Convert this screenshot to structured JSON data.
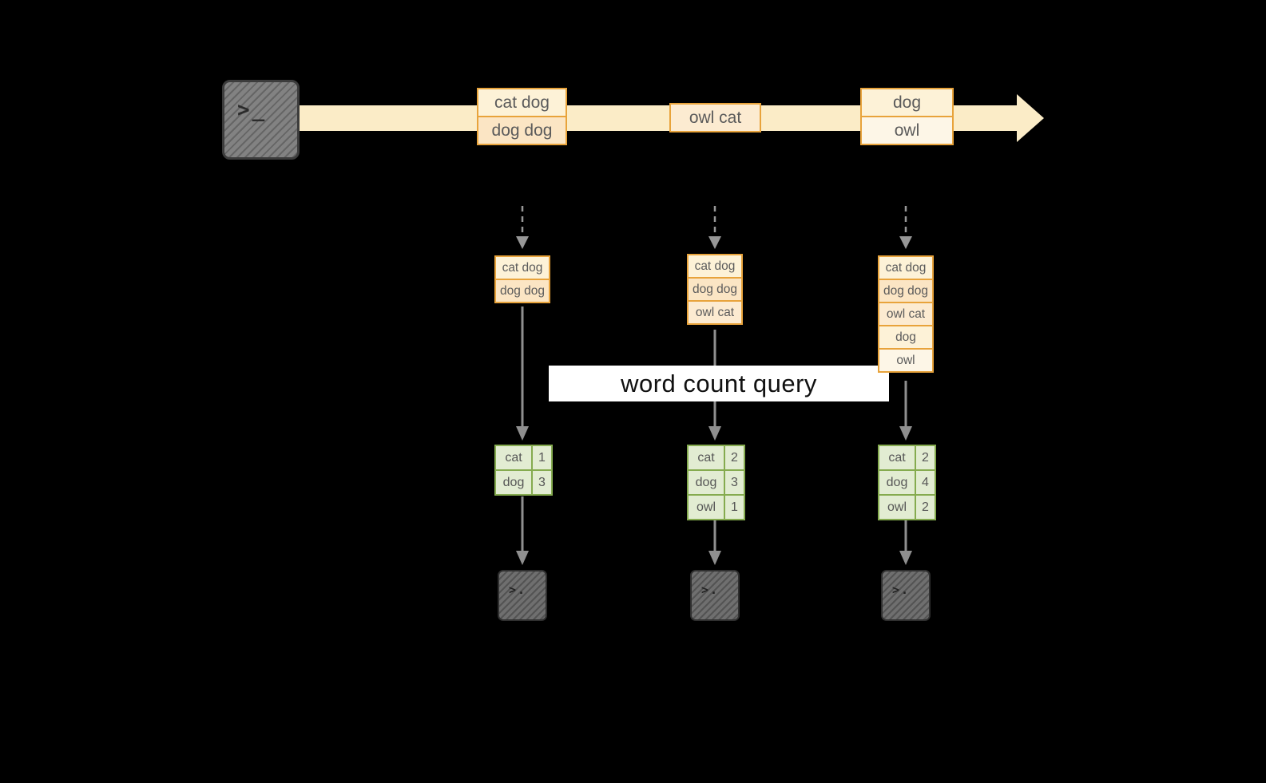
{
  "banner": {
    "label": "word count query"
  },
  "source": {
    "icon": "terminal-icon",
    "prompt": ">_"
  },
  "sinks": {
    "icon": "terminal-icon",
    "prompt": ">."
  },
  "timeline": {
    "events": [
      {
        "lines": [
          "cat dog",
          "dog dog"
        ]
      },
      {
        "lines": [
          "owl cat"
        ]
      },
      {
        "lines": [
          "dog",
          "owl"
        ]
      }
    ]
  },
  "columns": [
    {
      "records": [
        "cat dog",
        "dog dog"
      ],
      "counts": [
        {
          "word": "cat",
          "count": "1"
        },
        {
          "word": "dog",
          "count": "3"
        }
      ]
    },
    {
      "records": [
        "cat dog",
        "dog dog",
        "owl cat"
      ],
      "counts": [
        {
          "word": "cat",
          "count": "2"
        },
        {
          "word": "dog",
          "count": "3"
        },
        {
          "word": "owl",
          "count": "1"
        }
      ]
    },
    {
      "records": [
        "cat dog",
        "dog dog",
        "owl cat",
        "dog",
        "owl"
      ],
      "counts": [
        {
          "word": "cat",
          "count": "2"
        },
        {
          "word": "dog",
          "count": "4"
        },
        {
          "word": "owl",
          "count": "2"
        }
      ]
    }
  ],
  "colors": {
    "background": "#000000",
    "timeline_fill": "#fbecc7",
    "event_border": "#e8a33b",
    "event_fill_light": "#fdf2d7",
    "event_fill_mid": "#fbe5c4",
    "table_border": "#85ab4f",
    "table_fill": "#e2ecd2",
    "arrow": "#8f8f8f",
    "terminal_fill": "#828282",
    "sink_fill": "#6f6f6f",
    "banner_bg": "#ffffff",
    "banner_text": "#111111"
  }
}
